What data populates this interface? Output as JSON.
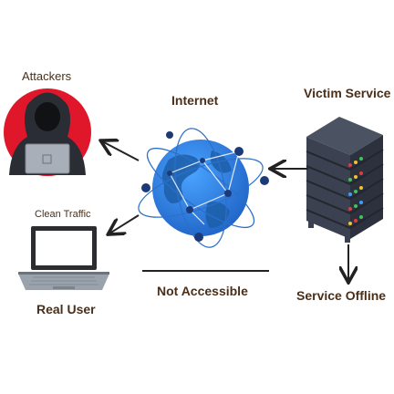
{
  "labels": {
    "attackers": "Attackers",
    "internet": "Internet",
    "victim_service": "Victim Service",
    "clean_traffic": "Clean Traffic",
    "not_accessible": "Not Accessible",
    "real_user": "Real User",
    "service_offline": "Service Offline"
  },
  "colors": {
    "text": "#4a2f1a",
    "attacker_circle": "#e0162b",
    "globe_blue": "#2b7de0",
    "globe_land": "#1c5ea8",
    "server_dark": "#3b4150",
    "arrow": "#222222"
  }
}
